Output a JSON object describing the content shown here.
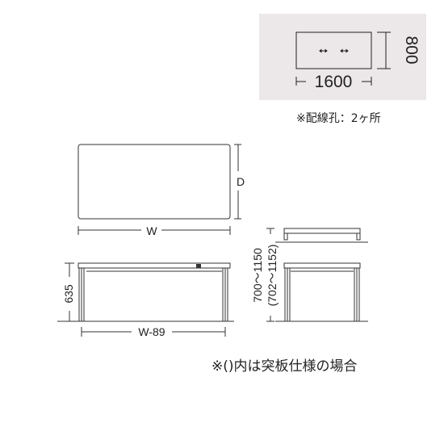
{
  "inset": {
    "width_label": "1600",
    "depth_label": "800",
    "bg_color": "#ece7e8",
    "stroke_color": "#222222"
  },
  "wiring_note": "※配線孔：2ヶ所",
  "plan": {
    "width_label": "W",
    "depth_label": "D"
  },
  "front": {
    "height_label": "635",
    "inner_width_label": "W-89"
  },
  "side": {
    "height_label": "700～1150",
    "height_label_alt": "(702～1152)"
  },
  "footnote": "※()内は突板仕様の場合",
  "line_color": "#333333"
}
